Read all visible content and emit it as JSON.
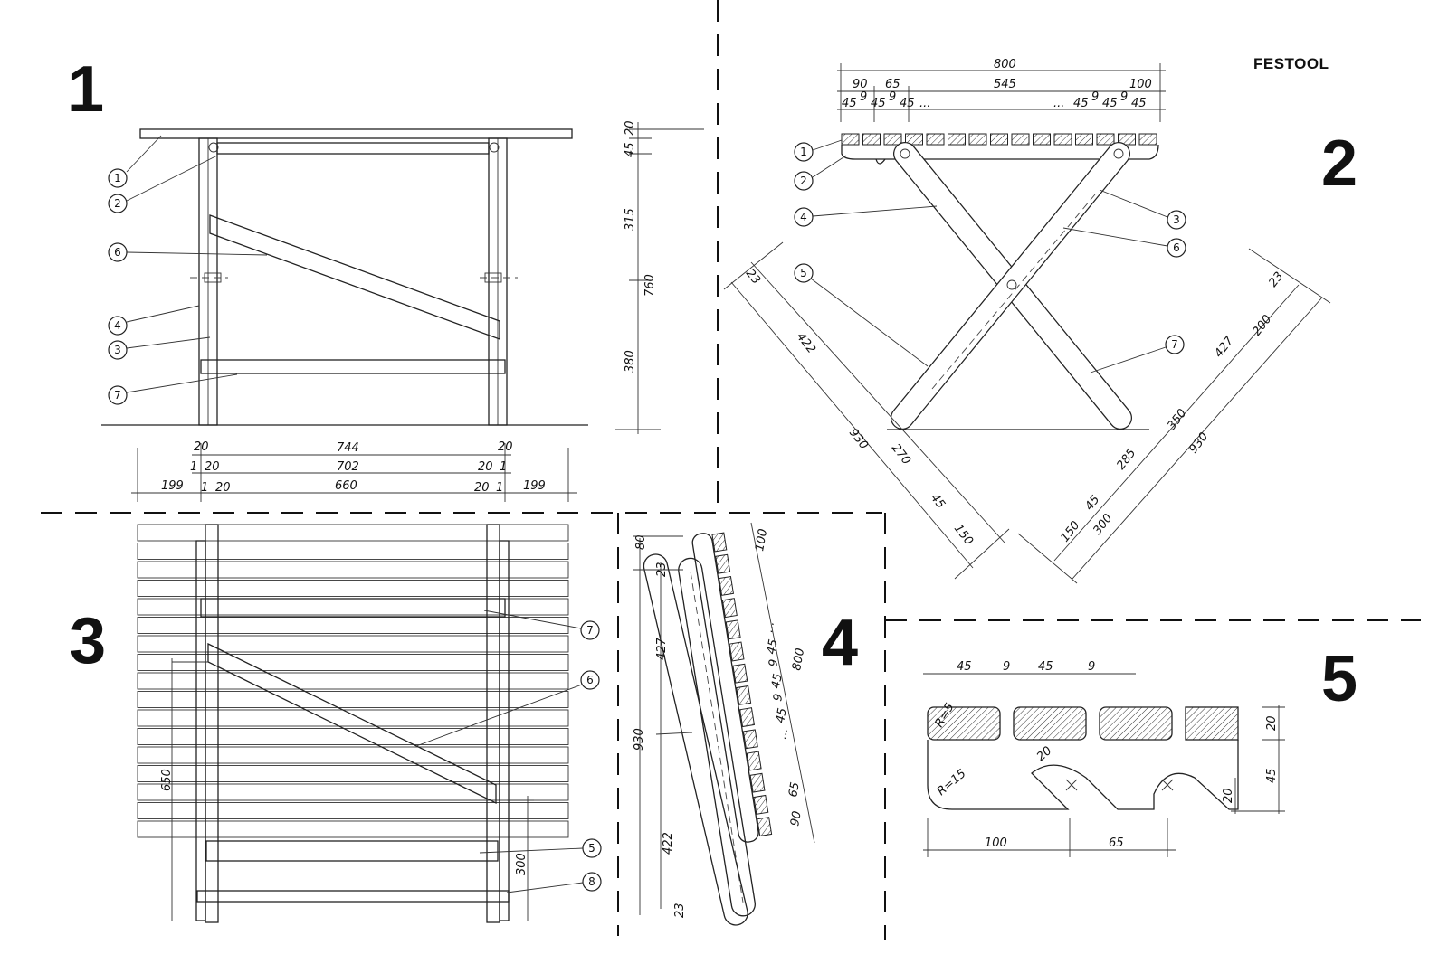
{
  "brand": "FESTOOL",
  "panels": [
    "1",
    "2",
    "3",
    "4",
    "5"
  ],
  "p1": {
    "callouts": [
      "1",
      "2",
      "6",
      "4",
      "3",
      "7"
    ],
    "height_dims": [
      "45",
      "20",
      "315",
      "760",
      "380"
    ],
    "row1": [
      "20",
      "744",
      "20"
    ],
    "row2": [
      "1",
      "20",
      "702",
      "20",
      "1"
    ],
    "row3": [
      "199",
      "1",
      "20",
      "660",
      "20",
      "1",
      "199"
    ]
  },
  "p2": {
    "callouts": [
      "1",
      "2",
      "4",
      "5",
      "3",
      "6",
      "7"
    ],
    "total": "800",
    "row2": [
      "90",
      "65",
      "545",
      "100"
    ],
    "row3": [
      "45",
      "9",
      "45",
      "9",
      "45",
      "...",
      "...",
      "45",
      "9",
      "45",
      "9",
      "45"
    ],
    "left_dims": [
      "23",
      "422",
      "930",
      "270",
      "45",
      "150"
    ],
    "right_dims": [
      "23",
      "427",
      "200",
      "350",
      "285",
      "930",
      "45",
      "150",
      "300"
    ]
  },
  "p3": {
    "callouts": [
      "7",
      "6",
      "5",
      "8"
    ],
    "dims": [
      "650",
      "300"
    ]
  },
  "p4": {
    "left_dims": [
      "80",
      "23",
      "427",
      "930",
      "422",
      "23"
    ],
    "right_dims": [
      "100",
      "...",
      "45",
      "9",
      "45",
      "9",
      "45",
      "...",
      "800",
      "65",
      "90"
    ]
  },
  "p5": {
    "top_dims": [
      "45",
      "9",
      "45",
      "9"
    ],
    "radii": [
      "R=5",
      "R=15"
    ],
    "notch": "20",
    "right_dims": [
      "20",
      "45",
      "20"
    ],
    "bottom_dims": [
      "100",
      "65"
    ]
  }
}
